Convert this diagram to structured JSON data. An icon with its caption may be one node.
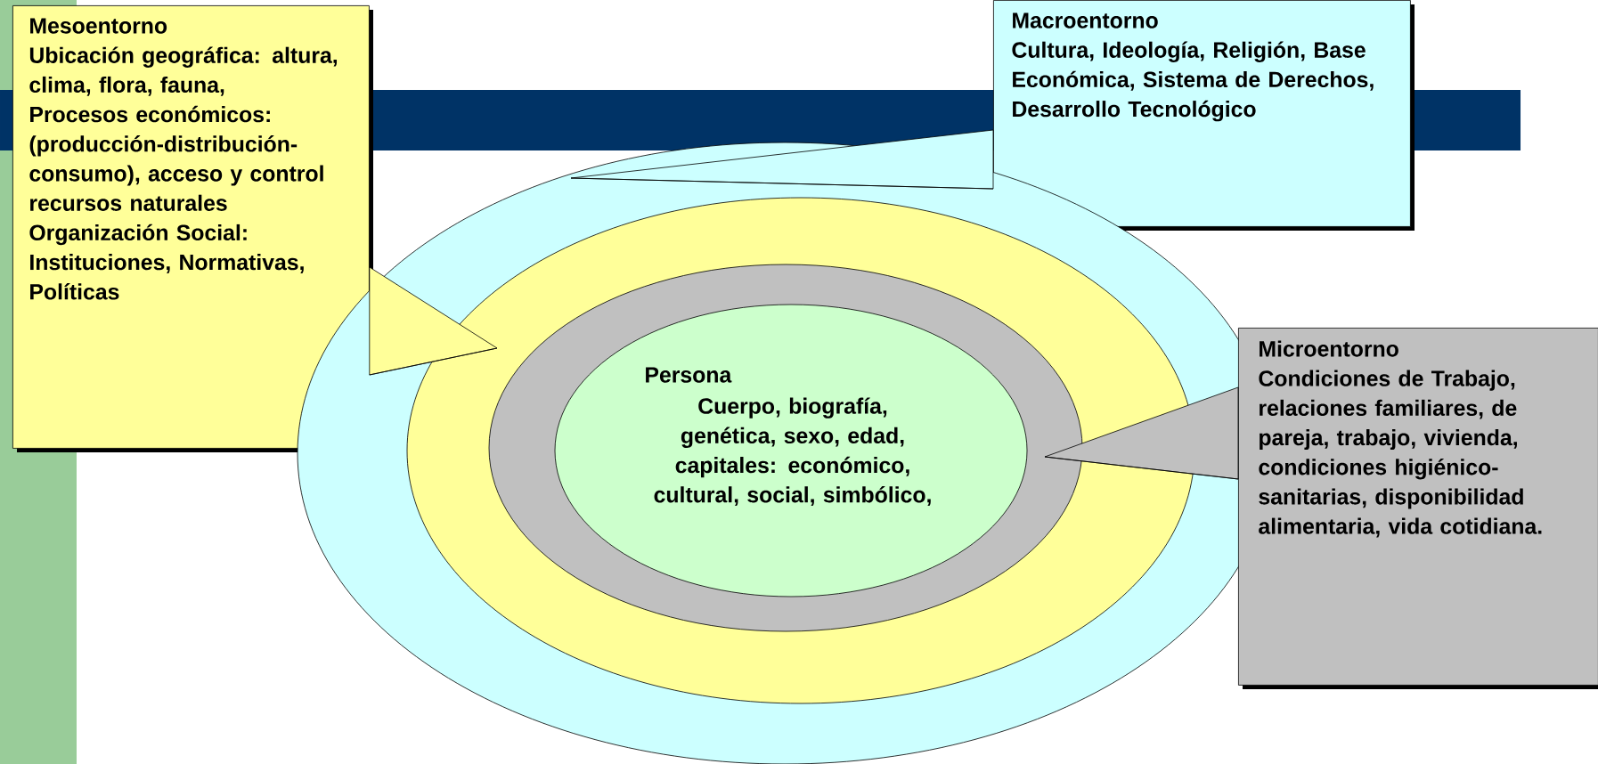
{
  "diagram": {
    "nodes": [
      {
        "text": [
          "Mesoentorno",
          "Ubicación geográfica: altura, clima, flora, fauna,",
          "Procesos económicos: (producción-distribución-consumo), acceso y control recursos naturales",
          "Organización Social: Instituciones, Normativas, Políticas"
        ]
      },
      {
        "text": [
          "Macroentorno",
          "Cultura, Ideología, Religión, Base Económica, Sistema de Derechos, Desarrollo Tecnológico"
        ]
      },
      {
        "text": [],
        "shape": "ellipse"
      },
      {
        "text": [],
        "shape": "ellipse",
        "in": 2
      },
      {
        "text": [],
        "shape": "ellipse",
        "in": 3
      },
      {
        "text": [
          "Persona",
          "Cuerpo, biografía, genética, sexo, edad, capitales: económico, cultural, social, simbólico,"
        ],
        "in": 4
      },
      {
        "text": [
          "Microentorno",
          "Condiciones de Trabajo, relaciones familiares, de pareja, trabajo, vivienda, condiciones higiénico-sanitarias, disponibilidad alimentaria, vida cotidiana."
        ]
      }
    ],
    "edges": [
      {
        "from": 0,
        "to": 3,
        "arrow": "to"
      },
      {
        "from": 1,
        "to": 2,
        "arrow": "to"
      },
      {
        "from": 6,
        "to": 4,
        "arrow": "to"
      }
    ]
  }
}
